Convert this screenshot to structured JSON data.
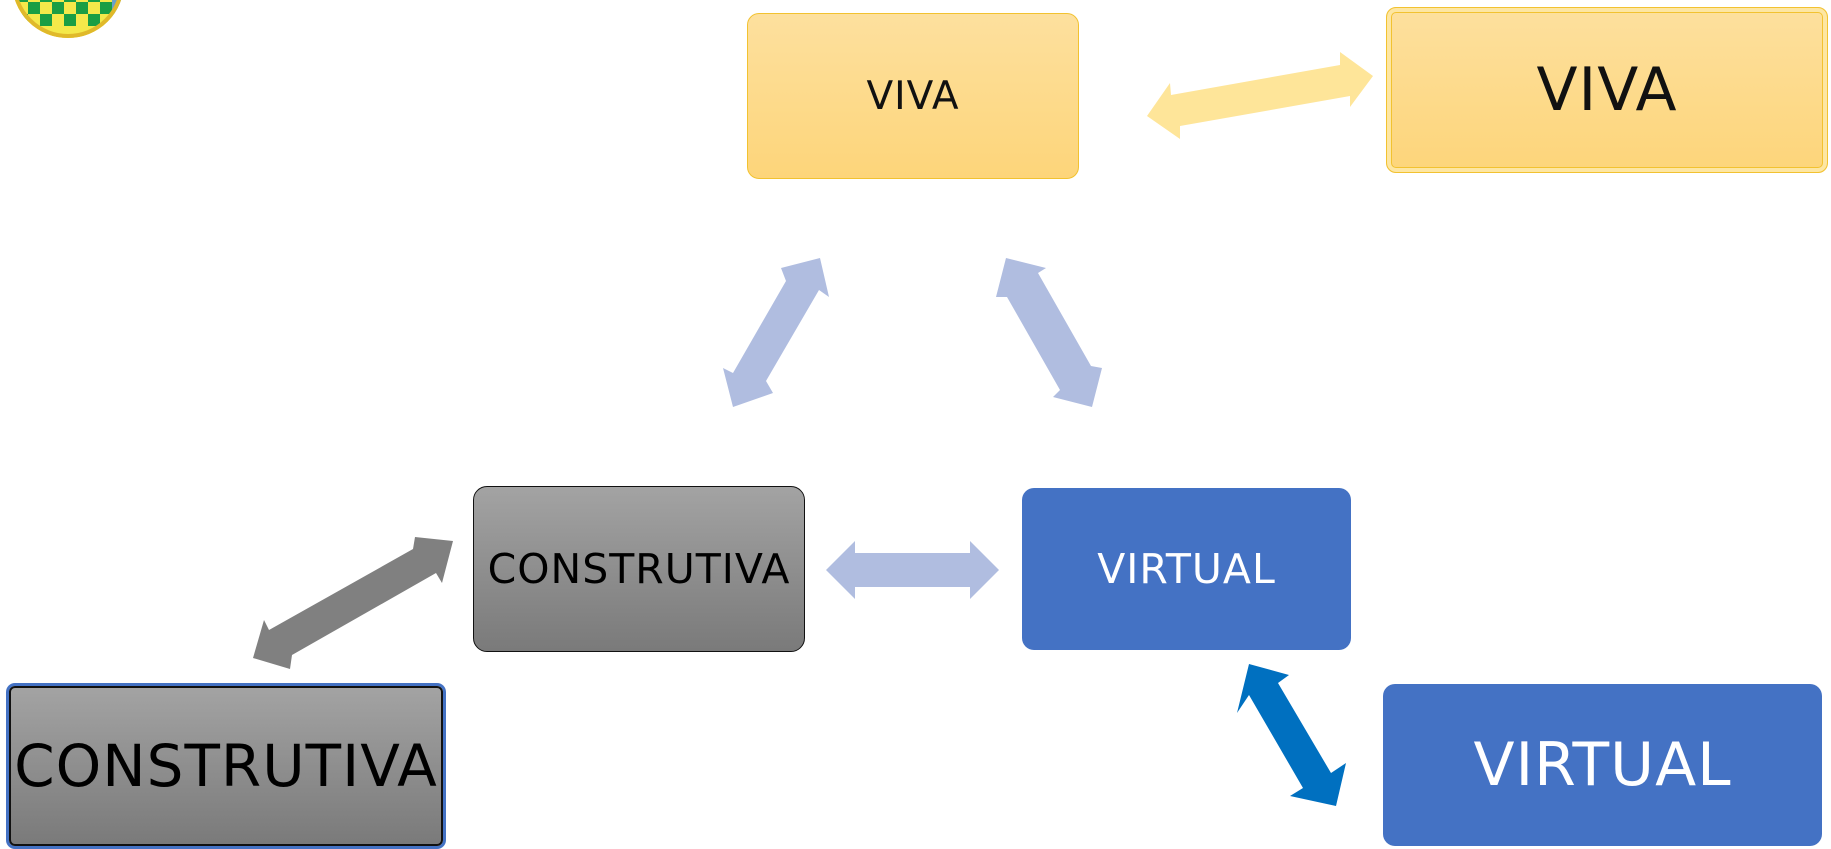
{
  "diagram": {
    "nodes": {
      "viva_center": "VIVA",
      "construtiva_center": "CONSTRUTIVA",
      "virtual_center": "VIRTUAL",
      "viva_right": "VIVA",
      "construtiva_left": "CONSTRUTIVA",
      "virtual_right": "VIRTUAL"
    },
    "colors": {
      "viva_fill": "#fdd87f",
      "viva_border": "#f2c230",
      "construtiva_fill": "#8c8c8c",
      "virtual_fill": "#4472c4",
      "connector_light_blue": "#b0bde0",
      "connector_light_yellow": "#fee599",
      "connector_gray": "#808080",
      "connector_dark_blue": "#0070c0"
    },
    "logo": {
      "description_icon": "badge-logo-icon"
    }
  }
}
